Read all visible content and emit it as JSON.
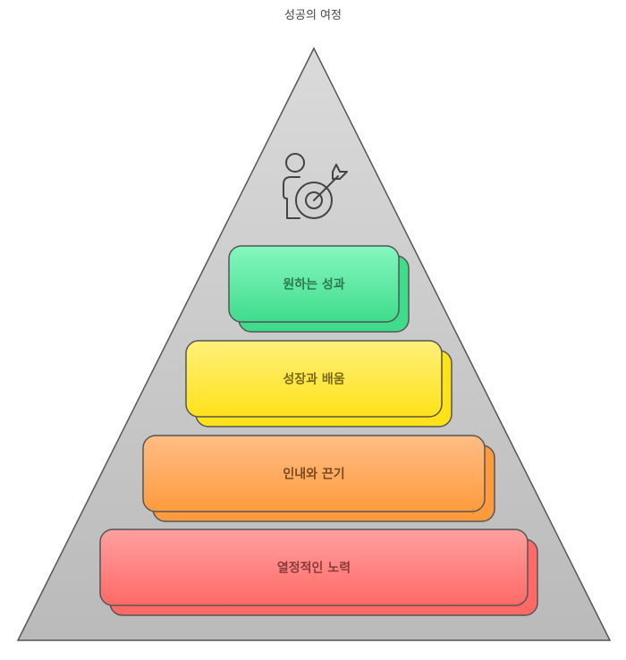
{
  "title": "성공의 여정",
  "icon": "person-target-icon",
  "levels": [
    {
      "label": "원하는 성과",
      "color_top": "#86f7bf",
      "color_bottom": "#3fdc8c",
      "text_color": "#2d7a52"
    },
    {
      "label": "성장과 배움",
      "color_top": "#fff07a",
      "color_bottom": "#ffe21a",
      "text_color": "#7a6a1a"
    },
    {
      "label": "인내와 끈기",
      "color_top": "#ffbd85",
      "color_bottom": "#ff9b3e",
      "text_color": "#7a4a22"
    },
    {
      "label": "열정적인 노력",
      "color_top": "#ffa0a0",
      "color_bottom": "#ff6a66",
      "text_color": "#8a3c3c"
    }
  ]
}
